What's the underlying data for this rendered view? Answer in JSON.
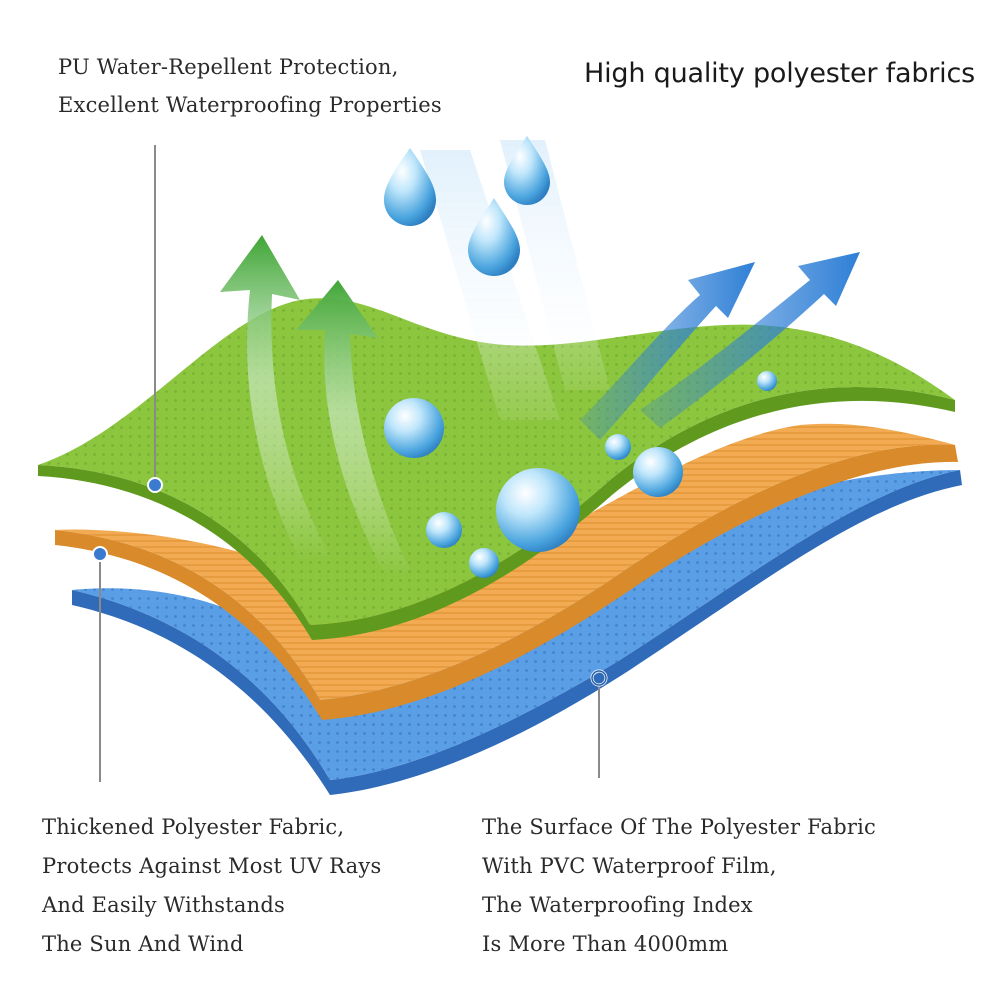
{
  "headline": "High quality polyester fabrics",
  "labels": {
    "top": {
      "line1": "PU Water-Repellent Protection,",
      "line2": "Excellent Waterproofing Properties"
    },
    "bottom_left": {
      "line1": "Thickened Polyester Fabric,",
      "line2": "Protects Against Most UV Rays",
      "line3": "And Easily Withstands",
      "line4": "The Sun And Wind"
    },
    "bottom_right": {
      "line1": "The Surface Of The Polyester Fabric",
      "line2": "With PVC Waterproof Film,",
      "line3": "The Waterproofing Index",
      "line4": "Is More Than 4000mm"
    }
  },
  "colors": {
    "green_layer": "#8cc63f",
    "orange_layer": "#f0a446",
    "blue_layer": "#4f8fd9",
    "green_arrow": "#3fa535",
    "blue_arrow": "#2f7fd6",
    "droplet": "#7fc6ef"
  },
  "icons": [
    "water-droplet-icon",
    "breathable-arrow-icon",
    "outflow-arrow-icon"
  ]
}
